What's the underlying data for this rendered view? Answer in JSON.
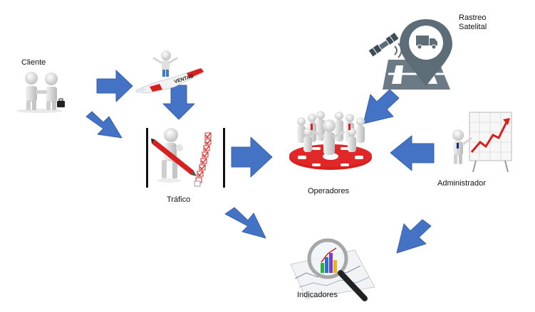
{
  "nodes": {
    "cliente": {
      "label": "Cliente"
    },
    "ventas": {
      "label": "VENTAS"
    },
    "trafico": {
      "label": "Tráfico"
    },
    "operadores": {
      "label": "Operadores"
    },
    "rastreo": {
      "label": "Rastreo\nSatelital"
    },
    "administrador": {
      "label": "Administrador"
    },
    "indicadores": {
      "label": "Indicadores"
    }
  },
  "colors": {
    "arrow": "#4472C4",
    "arrow_edge": "#3A63AC",
    "figure": "#e6e6e6",
    "red": "#d62020",
    "pin": "#5d6d78",
    "chart_line": "#d61f1f"
  },
  "icons": {
    "cliente": "handshake-people-icon",
    "ventas": "sales-rocket-icon",
    "trafico": "checklist-pen-icon",
    "operadores": "team-meeting-icon",
    "rastreo": "satellite-truck-pin-icon",
    "administrador": "presentation-chart-icon",
    "indicadores": "magnifier-chart-icon"
  }
}
